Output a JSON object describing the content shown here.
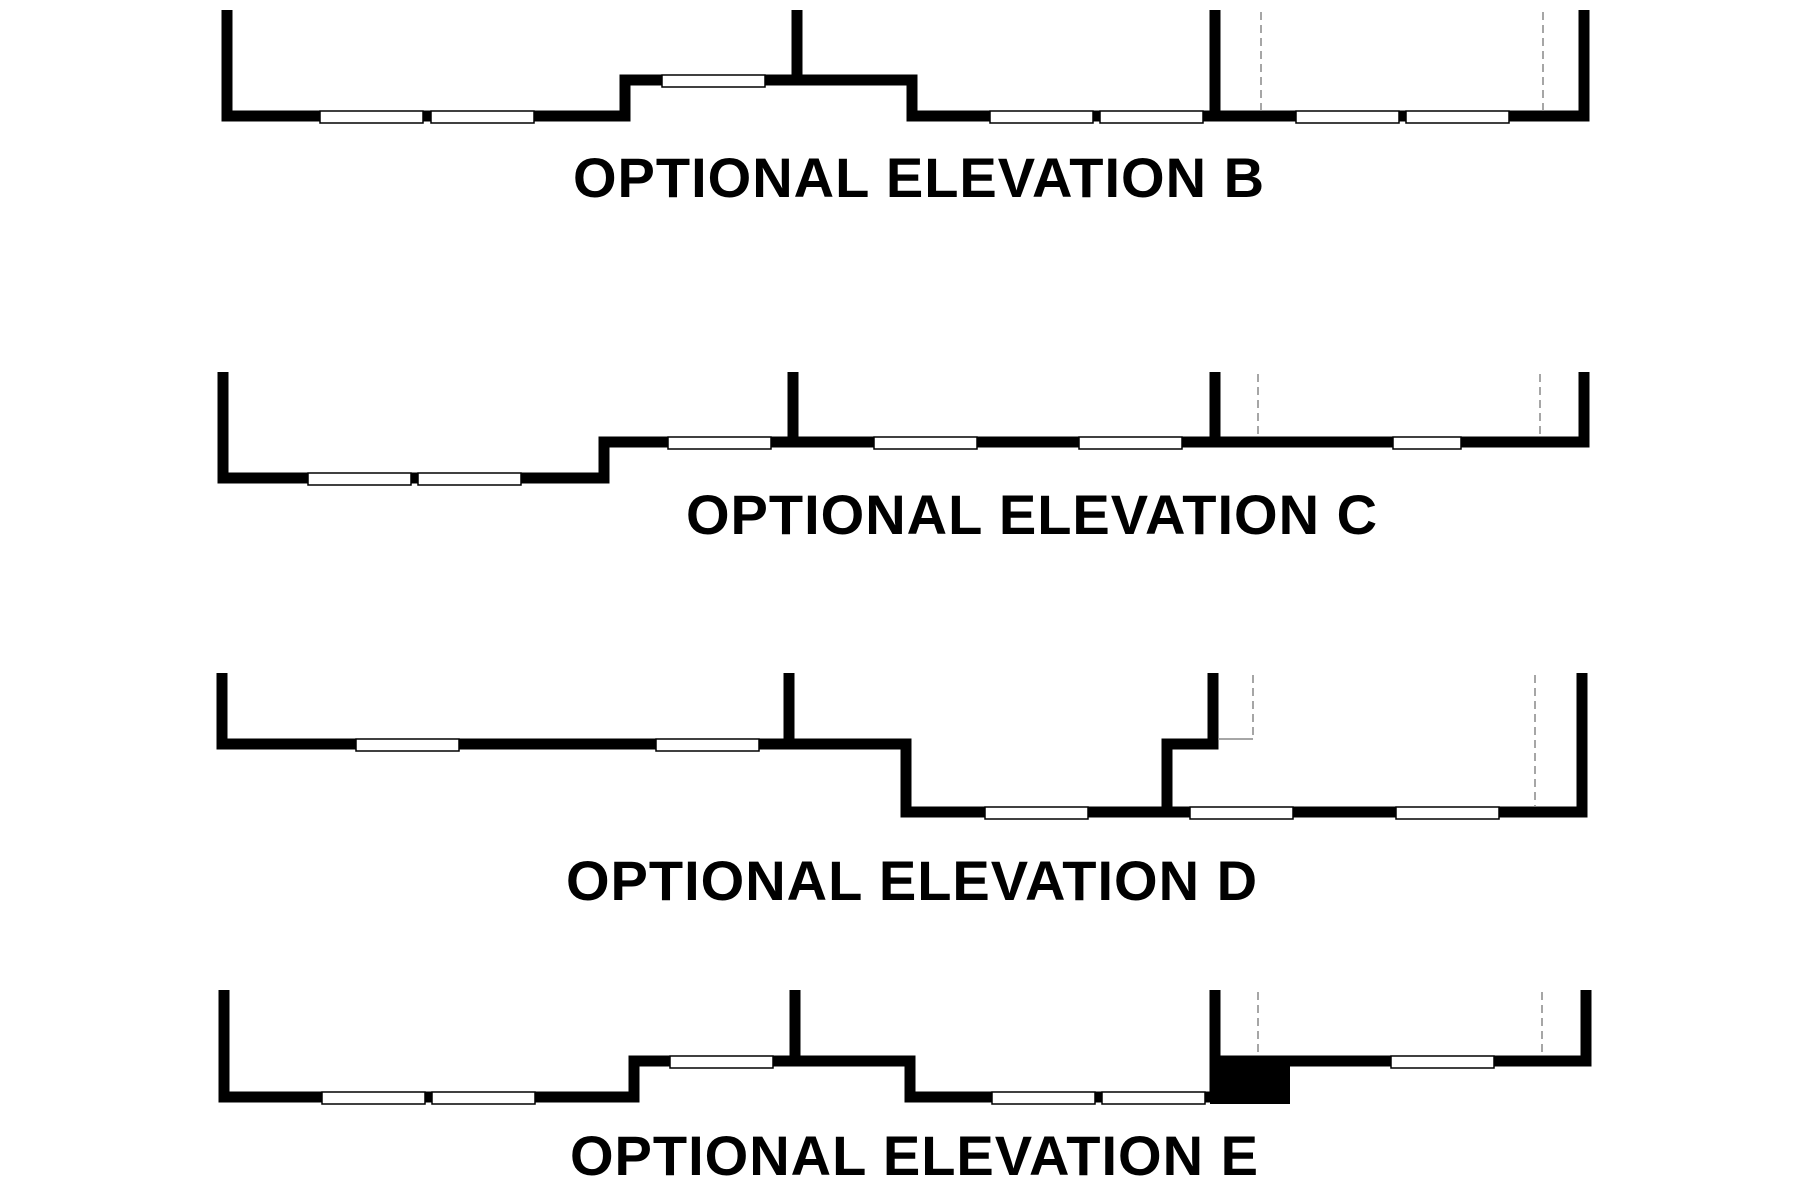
{
  "elevations": [
    {
      "id": "b",
      "label": "OPTIONAL ELEVATION B"
    },
    {
      "id": "c",
      "label": "OPTIONAL ELEVATION C"
    },
    {
      "id": "d",
      "label": "OPTIONAL ELEVATION D"
    },
    {
      "id": "e",
      "label": "OPTIONAL ELEVATION E"
    }
  ],
  "colors": {
    "wall": "#000000",
    "window": "#ffffff",
    "background": "#ffffff",
    "garage_door_line": "#888888"
  }
}
